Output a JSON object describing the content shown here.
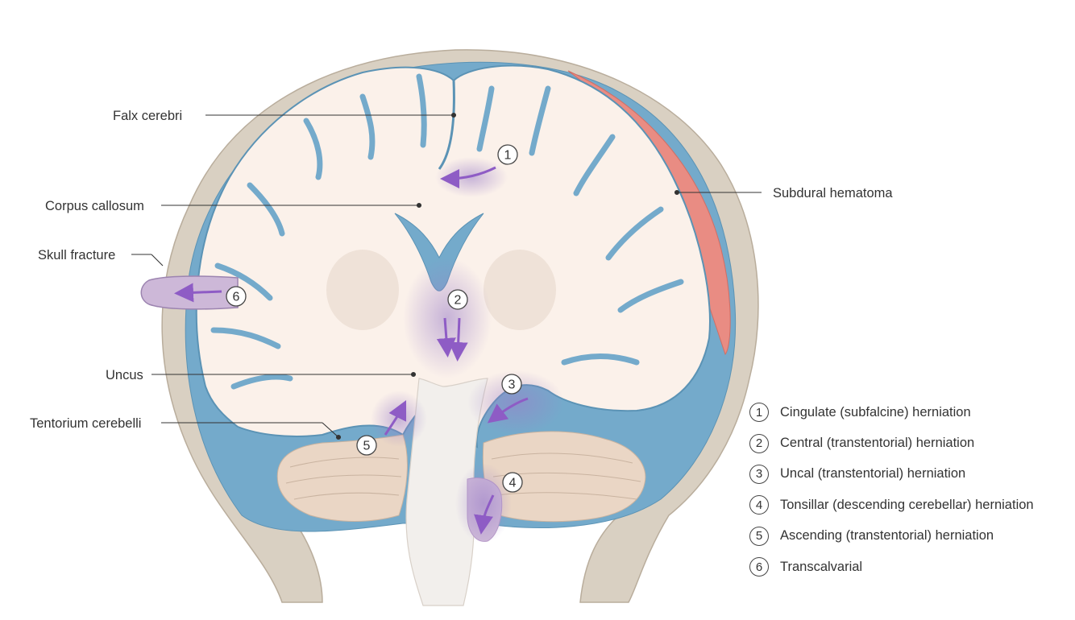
{
  "labels": {
    "falx_cerebri": "Falx cerebri",
    "corpus_callosum": "Corpus callosum",
    "skull_fracture": "Skull fracture",
    "uncus": "Uncus",
    "tentorium_cerebelli": "Tentorium cerebelli",
    "subdural_hematoma": "Subdural hematoma"
  },
  "markers": [
    "1",
    "2",
    "3",
    "4",
    "5",
    "6"
  ],
  "legend": [
    {
      "num": "1",
      "text": "Cingulate (subfalcine) herniation"
    },
    {
      "num": "2",
      "text": "Central (transtentorial) herniation"
    },
    {
      "num": "3",
      "text": "Uncal (transtentorial) herniation"
    },
    {
      "num": "4",
      "text": "Tonsillar (descending cerebellar) herniation"
    },
    {
      "num": "5",
      "text": "Ascending (transtentorial) herniation"
    },
    {
      "num": "6",
      "text": "Transcalvarial"
    }
  ],
  "colors": {
    "bone": "#d9d0c2",
    "csf": "#74aacb",
    "brain": "#fbf1ea",
    "hematoma": "#e98c83",
    "herniation": "#9b7fc8",
    "arrow": "#8e5cc5"
  }
}
